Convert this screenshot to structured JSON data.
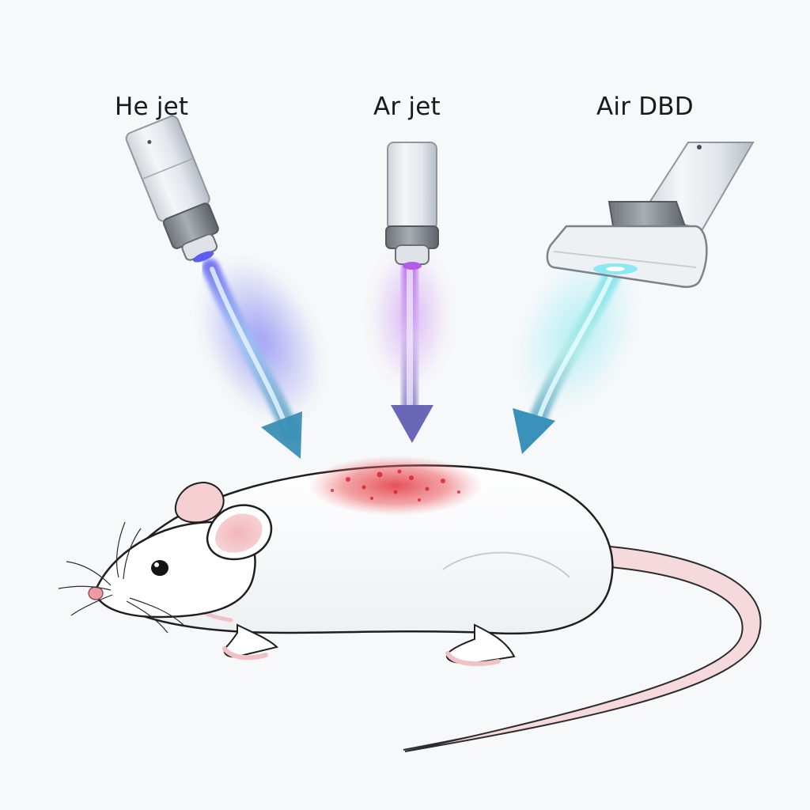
{
  "labels": {
    "he_jet": "He jet",
    "ar_jet": "Ar jet",
    "air_dbd": "Air DBD"
  },
  "icons": {
    "he_device": "plasma-jet-pen-icon",
    "ar_device": "plasma-jet-pen-icon",
    "air_device": "dbd-applicator-icon",
    "subject": "mouse-icon"
  },
  "colors": {
    "background": "#f7f8f9",
    "he_glow": "#5b5cf0",
    "he_arrow": "#3a8fb5",
    "ar_glow": "#b35ce8",
    "ar_arrow": "#6b67b8",
    "air_glow": "#6fe3ee",
    "air_arrow": "#3a92ba",
    "treated_area": "#e0323c",
    "device_body": "#e7eaee",
    "device_ring": "#8c9197"
  }
}
